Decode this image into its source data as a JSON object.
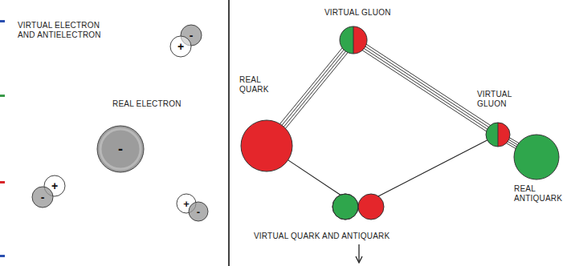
{
  "diagram": {
    "nodes": [
      {
        "text": [
          "-"
        ]
      },
      {
        "text": [
          "+"
        ]
      },
      {
        "text": [
          "REAL ELECTRON",
          "-"
        ]
      },
      {
        "text": [
          "+"
        ]
      },
      {
        "text": [
          "-"
        ]
      },
      {
        "text": [
          "+"
        ]
      },
      {
        "text": [
          "-"
        ]
      },
      {
        "text": [
          "REAL QUARK"
        ]
      },
      {
        "text": [
          "VIRTUAL GLUON"
        ]
      },
      {
        "text": [
          "VIRTUAL GLUON"
        ]
      },
      {
        "text": [
          "REAL ANTIQUARK"
        ]
      },
      {
        "text": [
          "VIRTUAL QUARK AND ANTIQUARK"
        ]
      }
    ],
    "edges": [
      {
        "from": 7,
        "to": 8,
        "arrow": "none"
      },
      {
        "from": 8,
        "to": 9,
        "arrow": "none"
      },
      {
        "from": 9,
        "to": 10,
        "arrow": "none"
      },
      {
        "from": 7,
        "to": 11,
        "arrow": "none"
      },
      {
        "from": 11,
        "to": 9,
        "arrow": "none"
      }
    ],
    "labels": [
      "VIRTUAL ELECTRON AND ANTIELECTRON"
    ]
  }
}
